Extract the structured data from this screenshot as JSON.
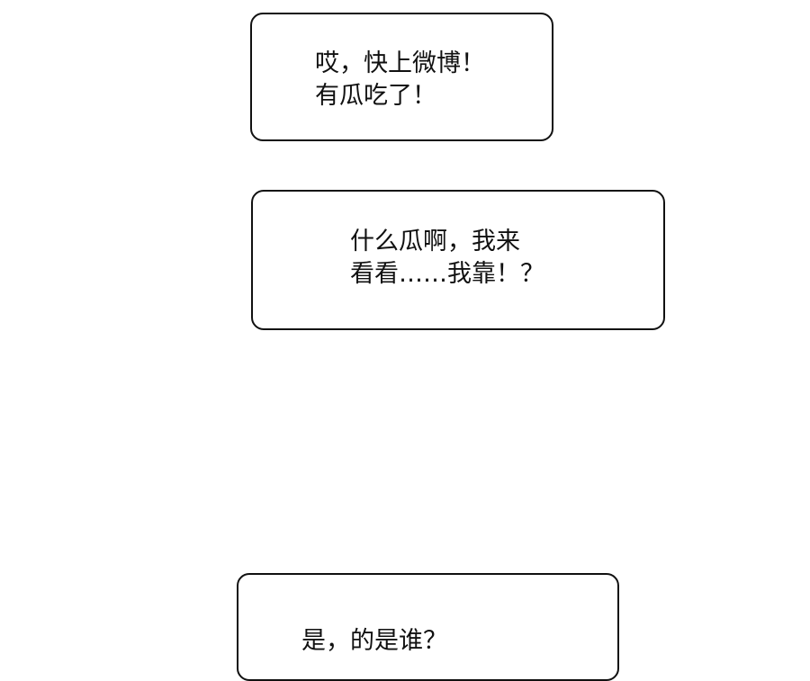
{
  "panels": [
    {
      "lines": [
        "哎，快上微博！",
        "有瓜吃了！"
      ]
    },
    {
      "lines": [
        "什么瓜啊，我来",
        "看看……我靠！？"
      ]
    },
    {
      "lines": [
        "是，",
        "的是谁？"
      ]
    }
  ]
}
